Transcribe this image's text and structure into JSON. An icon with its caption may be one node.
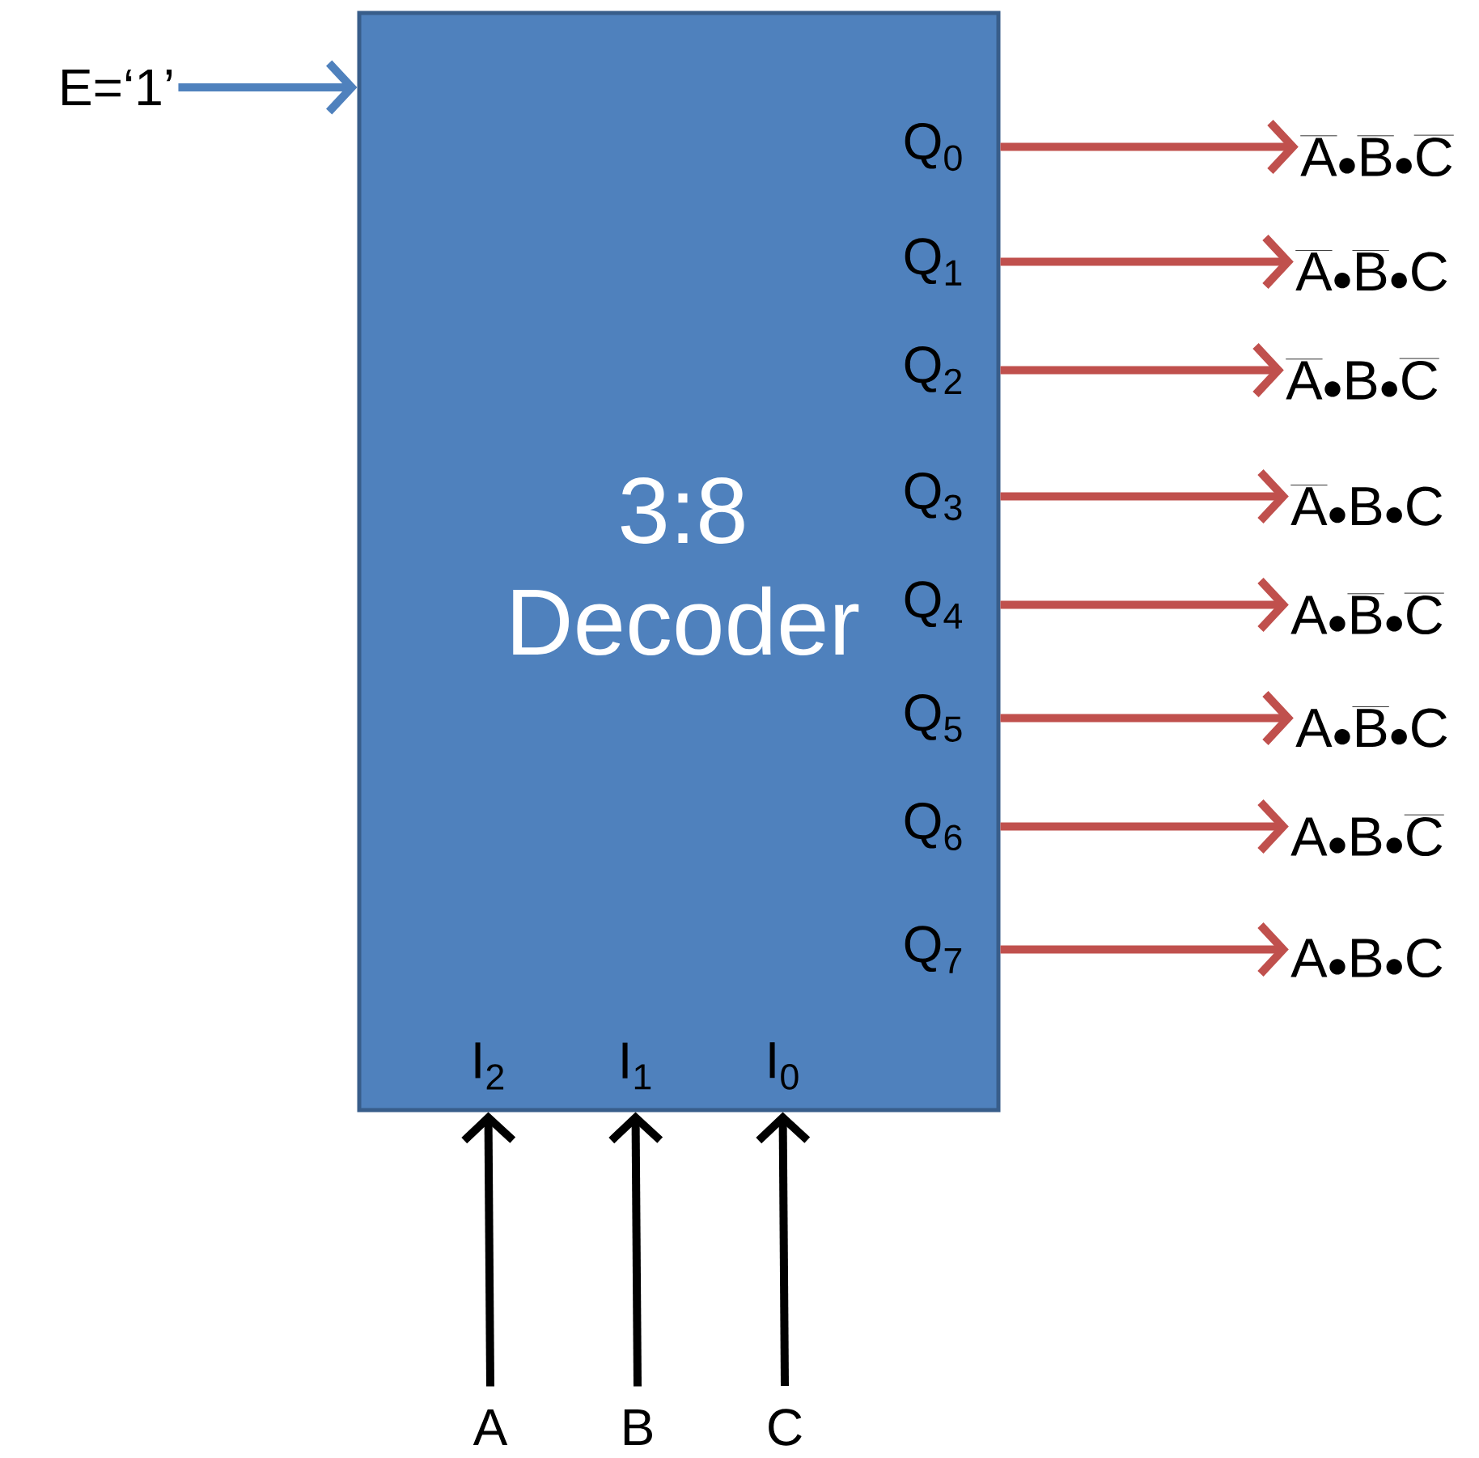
{
  "diagram": {
    "nodes": [
      {
        "text": [
          "3:8 Decoder"
        ]
      },
      {
        "text": [
          "E=‘1’"
        ]
      },
      {
        "text": [
          "Q$_{0}$"
        ],
        "in": 0
      },
      {
        "text": [
          "Q$_{1}$"
        ],
        "in": 0
      },
      {
        "text": [
          "Q$_{2}$"
        ],
        "in": 0
      },
      {
        "text": [
          "Q$_{3}$"
        ],
        "in": 0
      },
      {
        "text": [
          "Q$_{4}$"
        ],
        "in": 0
      },
      {
        "text": [
          "Q$_{5}$"
        ],
        "in": 0
      },
      {
        "text": [
          "Q$_{6}$"
        ],
        "in": 0
      },
      {
        "text": [
          "Q$_{7}$"
        ],
        "in": 0
      },
      {
        "text": [
          "I$_{2}$"
        ],
        "in": 0
      },
      {
        "text": [
          "I$_{1}$"
        ],
        "in": 0
      },
      {
        "text": [
          "I$_{0}$"
        ],
        "in": 0
      },
      {
        "text": [
          "\\mathrm{\\overline{A}{\\bullet}\\overline{B}{\\bullet}\\overline{C}}"
        ]
      },
      {
        "text": [
          "\\mathrm{\\overline{A}{\\bullet}\\overline{B}{\\bullet}C}"
        ]
      },
      {
        "text": [
          "\\mathrm{\\overline{A}{\\bullet}B{\\bullet}\\overline{C}}"
        ]
      },
      {
        "text": [
          "\\mathrm{\\overline{A}{\\bullet}B{\\bullet}C}"
        ]
      },
      {
        "text": [
          "\\mathrm{A{\\bullet}\\overline{B}{\\bullet}\\overline{C}}"
        ]
      },
      {
        "text": [
          "\\mathrm{A{\\bullet}\\overline{B}{\\bullet}C}"
        ]
      },
      {
        "text": [
          "\\mathrm{A{\\bullet}B{\\bullet}\\overline{C}}"
        ]
      },
      {
        "text": [
          "\\mathrm{A{\\bullet}B{\\bullet}C}"
        ]
      },
      {
        "text": [
          "A"
        ]
      },
      {
        "text": [
          "B"
        ]
      },
      {
        "text": [
          "C"
        ]
      }
    ],
    "edges": [
      {
        "from": 1,
        "to": 0,
        "arrow": "to",
        "color": "#4f81bd"
      },
      {
        "from": 2,
        "to": 13,
        "arrow": "to"
      },
      {
        "from": 3,
        "to": 14,
        "arrow": "to"
      },
      {
        "from": 4,
        "to": 15,
        "arrow": "to"
      },
      {
        "from": 5,
        "to": 16,
        "arrow": "to"
      },
      {
        "from": 6,
        "to": 17,
        "arrow": "to"
      },
      {
        "from": 7,
        "to": 18,
        "arrow": "to"
      },
      {
        "from": 8,
        "to": 19,
        "arrow": "to"
      },
      {
        "from": 9,
        "to": 20,
        "arrow": "to"
      },
      {
        "from": 21,
        "to": 10,
        "arrow": "to",
        "color": "#000000"
      },
      {
        "from": 22,
        "to": 11,
        "arrow": "to",
        "color": "#000000"
      },
      {
        "from": 23,
        "to": 12,
        "arrow": "to",
        "color": "#000000"
      }
    ]
  }
}
